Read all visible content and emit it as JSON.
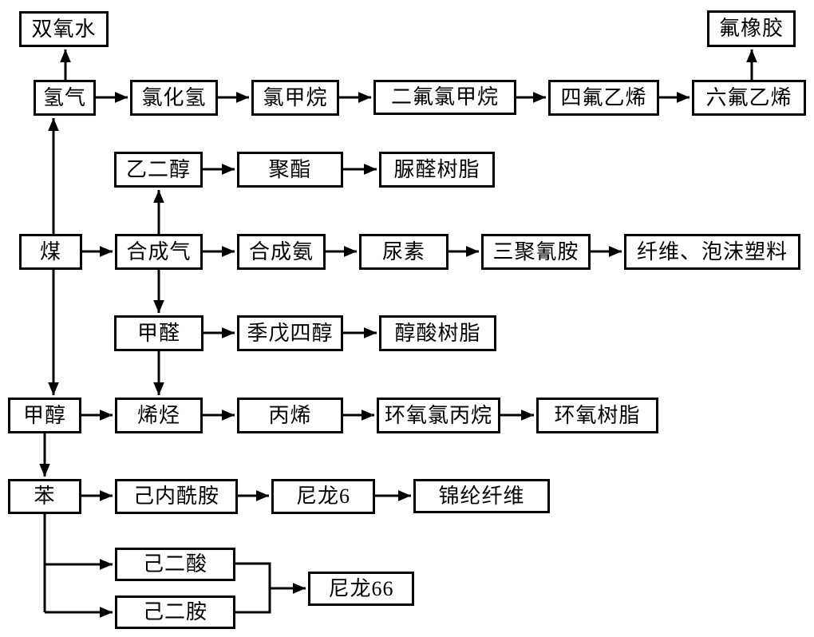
{
  "diagram": {
    "type": "flowchart",
    "description": "Coal chemical industry product chain flowchart",
    "colors": {
      "background": "#ffffff",
      "box_border": "#000000",
      "text": "#000000",
      "arrow": "#000000"
    },
    "nodes": {
      "hydrogen_peroxide": {
        "label": "双氧水"
      },
      "fluororubber": {
        "label": "氟橡胶"
      },
      "hydrogen": {
        "label": "氢气"
      },
      "hydrogen_chloride": {
        "label": "氯化氢"
      },
      "chloromethane": {
        "label": "氯甲烷"
      },
      "difluorochloromethane": {
        "label": "二氟氯甲烷"
      },
      "tetrafluoroethylene": {
        "label": "四氟乙烯"
      },
      "hexafluoroethylene": {
        "label": "六氟乙烯"
      },
      "ethylene_glycol": {
        "label": "乙二醇"
      },
      "polyester": {
        "label": "聚酯"
      },
      "urea_formaldehyde_resin": {
        "label": "脲醛树脂"
      },
      "coal": {
        "label": "煤"
      },
      "syngas": {
        "label": "合成气"
      },
      "synthetic_ammonia": {
        "label": "合成氨"
      },
      "urea": {
        "label": "尿素"
      },
      "melamine": {
        "label": "三聚氰胺"
      },
      "fiber_foam_plastics": {
        "label": "纤维、泡沫塑料"
      },
      "formaldehyde": {
        "label": "甲醛"
      },
      "pentaerythritol": {
        "label": "季戊四醇"
      },
      "alkyd_resin": {
        "label": "醇酸树脂"
      },
      "methanol": {
        "label": "甲醇"
      },
      "olefins": {
        "label": "烯烃"
      },
      "propylene": {
        "label": "丙烯"
      },
      "epichlorohydrin": {
        "label": "环氧氯丙烷"
      },
      "epoxy_resin": {
        "label": "环氧树脂"
      },
      "benzene": {
        "label": "苯"
      },
      "caprolactam": {
        "label": "己内酰胺"
      },
      "nylon6": {
        "label": "尼龙6"
      },
      "polyamide_fiber": {
        "label": "锦纶纤维"
      },
      "adipic_acid": {
        "label": "己二酸"
      },
      "hexamethylenediamine": {
        "label": "己二胺"
      },
      "nylon66": {
        "label": "尼龙66"
      }
    },
    "edges": [
      {
        "from": "hydrogen",
        "to": "hydrogen_peroxide"
      },
      {
        "from": "coal",
        "to": "hydrogen"
      },
      {
        "from": "hydrogen",
        "to": "hydrogen_chloride"
      },
      {
        "from": "hydrogen_chloride",
        "to": "chloromethane"
      },
      {
        "from": "chloromethane",
        "to": "difluorochloromethane"
      },
      {
        "from": "difluorochloromethane",
        "to": "tetrafluoroethylene"
      },
      {
        "from": "tetrafluoroethylene",
        "to": "hexafluoroethylene"
      },
      {
        "from": "hexafluoroethylene",
        "to": "fluororubber"
      },
      {
        "from": "syngas",
        "to": "ethylene_glycol"
      },
      {
        "from": "ethylene_glycol",
        "to": "polyester"
      },
      {
        "from": "polyester",
        "to": "urea_formaldehyde_resin"
      },
      {
        "from": "coal",
        "to": "syngas"
      },
      {
        "from": "syngas",
        "to": "synthetic_ammonia"
      },
      {
        "from": "synthetic_ammonia",
        "to": "urea"
      },
      {
        "from": "urea",
        "to": "melamine"
      },
      {
        "from": "melamine",
        "to": "fiber_foam_plastics"
      },
      {
        "from": "syngas",
        "to": "formaldehyde"
      },
      {
        "from": "formaldehyde",
        "to": "pentaerythritol"
      },
      {
        "from": "pentaerythritol",
        "to": "alkyd_resin"
      },
      {
        "from": "formaldehyde",
        "to": "olefins"
      },
      {
        "from": "coal",
        "to": "methanol"
      },
      {
        "from": "methanol",
        "to": "olefins"
      },
      {
        "from": "olefins",
        "to": "propylene"
      },
      {
        "from": "propylene",
        "to": "epichlorohydrin"
      },
      {
        "from": "epichlorohydrin",
        "to": "epoxy_resin"
      },
      {
        "from": "methanol",
        "to": "benzene"
      },
      {
        "from": "benzene",
        "to": "caprolactam"
      },
      {
        "from": "caprolactam",
        "to": "nylon6"
      },
      {
        "from": "nylon6",
        "to": "polyamide_fiber"
      },
      {
        "from": "benzene",
        "to": "adipic_acid"
      },
      {
        "from": "benzene",
        "to": "hexamethylenediamine"
      },
      {
        "from": "adipic_acid",
        "to": "nylon66"
      },
      {
        "from": "hexamethylenediamine",
        "to": "nylon66"
      }
    ]
  }
}
